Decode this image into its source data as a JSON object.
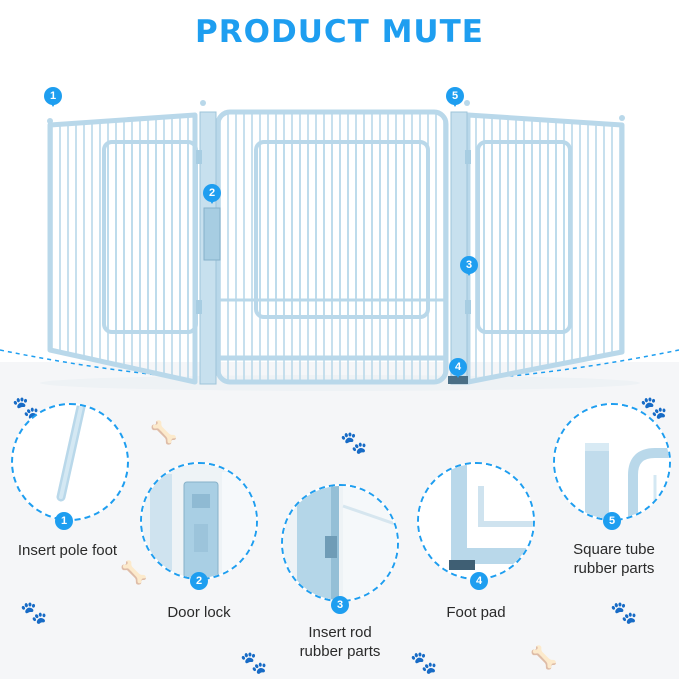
{
  "title": "PRODUCT MUTE",
  "colors": {
    "accent": "#1e9ef0",
    "fence": "#b9d8ea",
    "fence_dark": "#8fb9d3"
  },
  "markers": [
    {
      "number": "1"
    },
    {
      "number": "2"
    },
    {
      "number": "3"
    },
    {
      "number": "4"
    },
    {
      "number": "5"
    }
  ],
  "details": [
    {
      "number": "1",
      "label_line1": "Insert pole foot",
      "label_line2": ""
    },
    {
      "number": "2",
      "label_line1": "Door lock",
      "label_line2": ""
    },
    {
      "number": "3",
      "label_line1": "Insert rod",
      "label_line2": "rubber parts"
    },
    {
      "number": "4",
      "label_line1": "Foot pad",
      "label_line2": ""
    },
    {
      "number": "5",
      "label_line1": "Square tube",
      "label_line2": "rubber parts"
    }
  ]
}
